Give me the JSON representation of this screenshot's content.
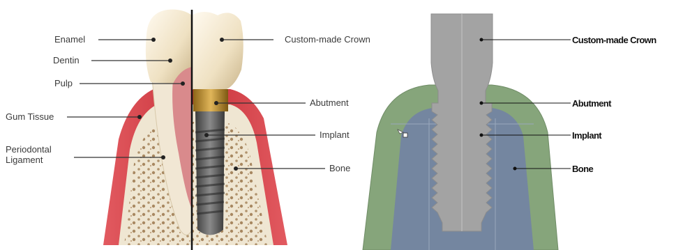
{
  "left_diagram": {
    "labels": {
      "enamel": "Enamel",
      "dentin": "Dentin",
      "pulp": "Pulp",
      "gum_tissue": "Gum Tissue",
      "periodontal_line1": "Periodontal",
      "periodontal_line2": "Ligament",
      "custom_crown": "Custom-made Crown",
      "abutment": "Abutment",
      "implant": "Implant",
      "bone": "Bone"
    }
  },
  "right_diagram": {
    "labels": {
      "custom_crown": "Custom-made Crown",
      "abutment": "Abutment",
      "implant": "Implant",
      "bone": "Bone"
    }
  },
  "colors": {
    "gum": "#d9424a",
    "gum_light": "#f0a0a4",
    "bone": "#efe6d2",
    "bone_spots": "#a6845b",
    "enamel": "#f4ead6",
    "dentin": "#ece2cf",
    "pulp": "#d98a8c",
    "implant_metal": "#5b5b5b",
    "abutment_gold": "#b88a2e",
    "schematic_gum": "#86a57b",
    "schematic_bone": "#7486a0",
    "schematic_implant": "#a3a3a3"
  }
}
